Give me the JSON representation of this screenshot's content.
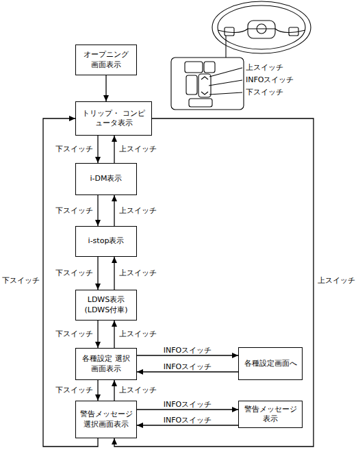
{
  "diagram": {
    "nodes": [
      {
        "text": [
          "オープニング 画面表示"
        ]
      },
      {
        "text": [
          "トリップ・ コンピュータ表示"
        ]
      },
      {
        "text": [
          "i-DM表示"
        ]
      },
      {
        "text": [
          "i-stop表示"
        ]
      },
      {
        "text": [
          "LDWS表示 (LDWS付車)"
        ]
      },
      {
        "text": [
          "各種設定 選択画面表示"
        ]
      },
      {
        "text": [
          "各種設定画面へ"
        ]
      },
      {
        "text": [
          "警告メッセージ 選択画面表示"
        ]
      },
      {
        "text": [
          "警告メッセージ 表示"
        ]
      }
    ],
    "edges": [
      {
        "from": 0,
        "to": 1,
        "arrow": "to"
      },
      {
        "from": 1,
        "to": 2,
        "arrow": "to",
        "label": "下スイッチ"
      },
      {
        "from": 2,
        "to": 1,
        "arrow": "to",
        "label": "上スイッチ"
      },
      {
        "from": 2,
        "to": 3,
        "arrow": "to",
        "label": "下スイッチ"
      },
      {
        "from": 3,
        "to": 2,
        "arrow": "to",
        "label": "上スイッチ"
      },
      {
        "from": 3,
        "to": 4,
        "arrow": "to",
        "label": "下スイッチ"
      },
      {
        "from": 4,
        "to": 3,
        "arrow": "to",
        "label": "上スイッチ"
      },
      {
        "from": 4,
        "to": 5,
        "arrow": "to",
        "label": "下スイッチ"
      },
      {
        "from": 5,
        "to": 4,
        "arrow": "to",
        "label": "上スイッチ"
      },
      {
        "from": 5,
        "to": 6,
        "arrow": "to",
        "label": "INFOスイッチ"
      },
      {
        "from": 6,
        "to": 5,
        "arrow": "to",
        "label": "INFOスイッチ"
      },
      {
        "from": 5,
        "to": 7,
        "arrow": "to",
        "label": "下スイッチ"
      },
      {
        "from": 7,
        "to": 5,
        "arrow": "to",
        "label": "上スイッチ"
      },
      {
        "from": 7,
        "to": 8,
        "arrow": "to",
        "label": "INFOスイッチ"
      },
      {
        "from": 8,
        "to": 7,
        "arrow": "to",
        "label": "INFOスイッチ"
      },
      {
        "from": 7,
        "to": 1,
        "arrow": "to",
        "label": "下スイッチ"
      },
      {
        "from": 1,
        "to": 7,
        "arrow": "to",
        "label": "上スイッチ"
      }
    ],
    "labels": [
      "上スイッチ",
      "INFOスイッチ",
      "下スイッチ"
    ]
  }
}
